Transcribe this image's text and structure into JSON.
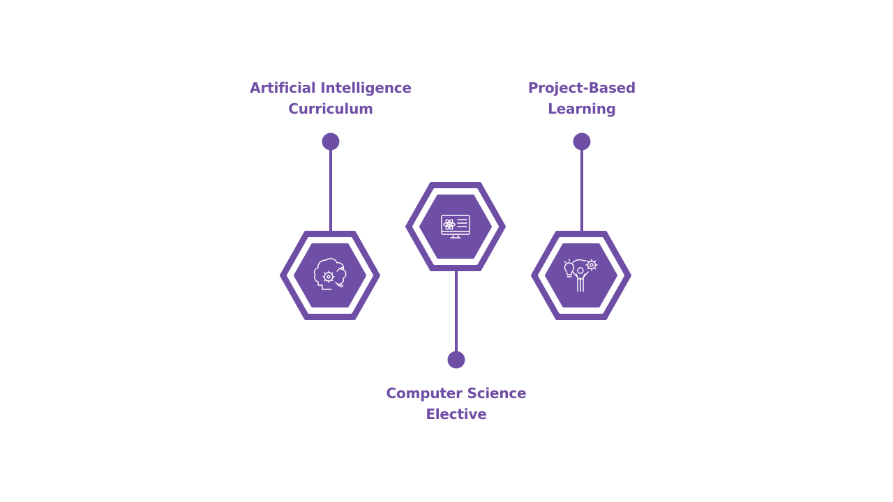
{
  "colors": {
    "accent": "#6f4fa6",
    "background": "#ffffff"
  },
  "items": [
    {
      "id": "ai",
      "label_lines": [
        "Artificial Intelligence",
        "Curriculum"
      ],
      "icon": "brain-gear-icon"
    },
    {
      "id": "cs",
      "label_lines": [
        "Computer Science",
        "Elective"
      ],
      "icon": "atom-monitor-icon"
    },
    {
      "id": "pbl",
      "label_lines": [
        "Project-Based",
        "Learning"
      ],
      "icon": "person-idea-gear-icon"
    }
  ]
}
